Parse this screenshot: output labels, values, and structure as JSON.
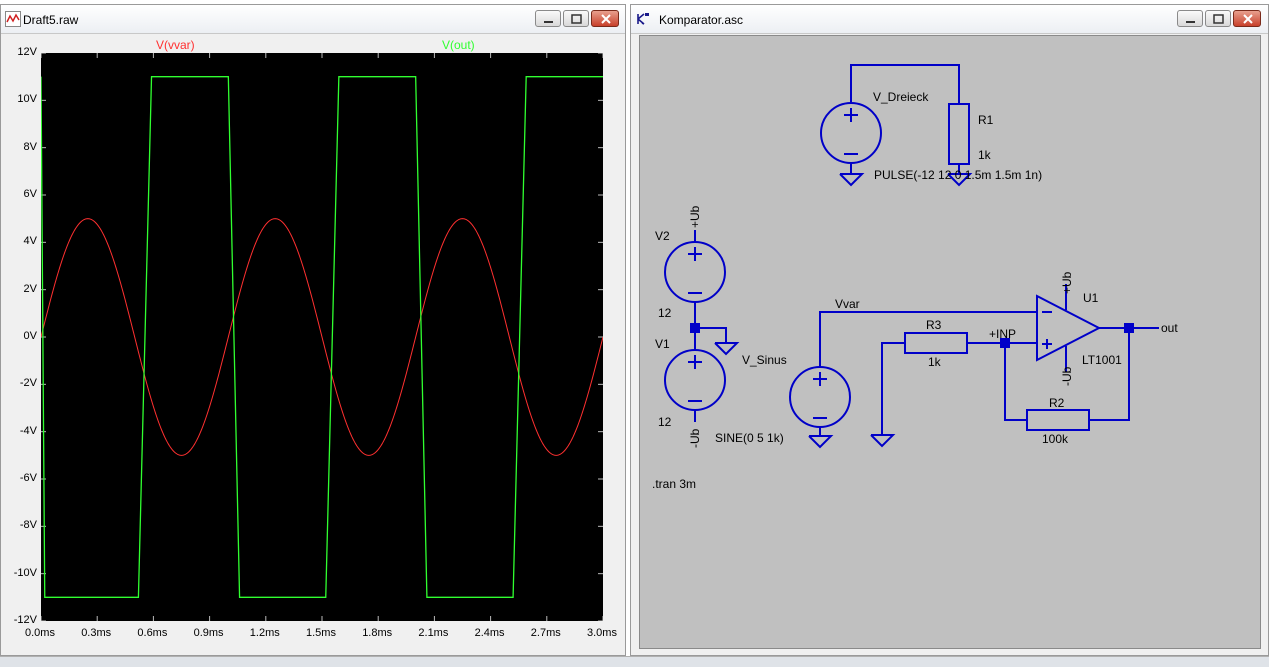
{
  "waveform_window": {
    "title": "Draft5.raw",
    "trace_labels": [
      {
        "text": "V(vvar)",
        "color": "#ff3030"
      },
      {
        "text": "V(out)",
        "color": "#30ff30"
      }
    ],
    "y_ticks": [
      "12V",
      "10V",
      "8V",
      "6V",
      "4V",
      "2V",
      "0V",
      "-2V",
      "-4V",
      "-6V",
      "-8V",
      "-10V",
      "-12V"
    ],
    "x_ticks": [
      "0.0ms",
      "0.3ms",
      "0.6ms",
      "0.9ms",
      "1.2ms",
      "1.5ms",
      "1.8ms",
      "2.1ms",
      "2.4ms",
      "2.7ms",
      "3.0ms"
    ]
  },
  "chart_data": {
    "type": "line",
    "xlabel": "",
    "ylabel": "",
    "xlim": [
      0,
      3.0
    ],
    "ylim": [
      -12,
      12
    ],
    "grid": false,
    "legend": "top",
    "series": [
      {
        "name": "V(vvar)",
        "color": "#ff3030",
        "shape": "sine",
        "amplitude": 5,
        "offset": 0,
        "frequency_hz": 1000
      },
      {
        "name": "V(out)",
        "color": "#30ff30",
        "points": [
          [
            0.0,
            11
          ],
          [
            0.02,
            -11
          ],
          [
            0.52,
            -11
          ],
          [
            0.59,
            11
          ],
          [
            1.0,
            11
          ],
          [
            1.06,
            -11
          ],
          [
            1.52,
            -11
          ],
          [
            1.59,
            11
          ],
          [
            2.0,
            11
          ],
          [
            2.06,
            -11
          ],
          [
            2.52,
            -11
          ],
          [
            2.59,
            11
          ],
          [
            3.0,
            11
          ]
        ]
      }
    ]
  },
  "schematic_window": {
    "title": "Komparator.asc",
    "labels": {
      "v_dreieck": "V_Dreieck",
      "r1": "R1",
      "r1_val": "1k",
      "pulse": "PULSE(-12 12 0 1.5m 1.5m 1n)",
      "v2": "V2",
      "v2_val": "12",
      "plus_ub": "+Ub",
      "v1": "V1",
      "v1_val": "12",
      "minus_ub": "-Ub",
      "vvar": "Vvar",
      "v_sinus": "V_Sinus",
      "sine": "SINE(0 5 1k)",
      "r3": "R3",
      "r3_val": "1k",
      "inp": "+INP",
      "u1": "U1",
      "op_plus_ub": "+Ub",
      "op_minus_ub": "-Ub",
      "lt1001": "LT1001",
      "out": "out",
      "r2": "R2",
      "r2_val": "100k",
      "tran": ".tran 3m"
    }
  }
}
